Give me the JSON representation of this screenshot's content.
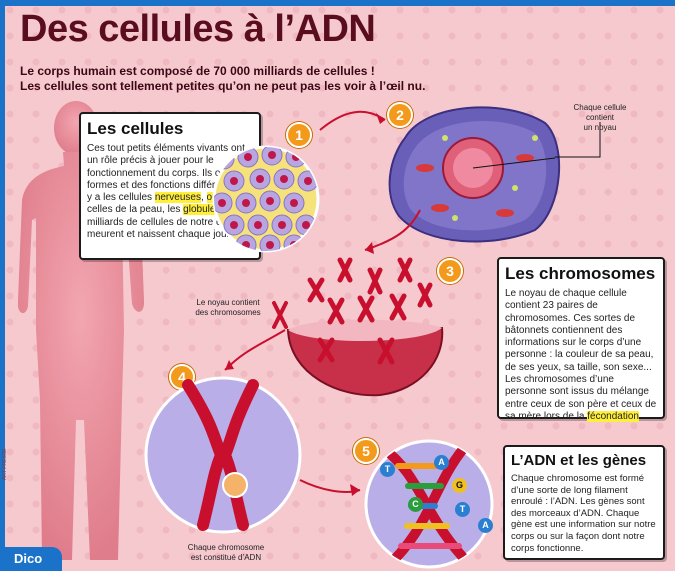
{
  "title": "Des cellules à l’ADN",
  "intro": {
    "line1": "Le corps humain est composé de 70 000 milliards de cellules !",
    "line2": "Les cellules sont tellement petites qu’on ne peut pas les voir à l’œil nu."
  },
  "steps": [
    "1",
    "2",
    "3",
    "4",
    "5"
  ],
  "box_cells": {
    "title": "Les cellules",
    "text_a": "Ces tout petits éléments vivants ont un rôle précis à jouer pour le fonctionnement du corps. Ils ont des formes et des fonctions différentes. Il y a les cellules ",
    "hl1": "nerveuses",
    "text_b": ", ",
    "hl2": "osseuses",
    "text_c": ", celles de la peau, les ",
    "hl3": "globules",
    "text_d": "... Des milliards de cellules de notre corps meurent et naissent chaque jour."
  },
  "box_chromosomes": {
    "title": "Les chromosomes",
    "text_a": "Le noyau de chaque cellule contient 23 paires de chromosomes. Ces sortes de bâtonnets contiennent des informations sur le corps d’une personne : la couleur de sa peau, de ses yeux, sa taille, son sexe... Les chromosomes d’une personne sont issus du mélange entre ceux de son père et ceux de sa mère lors de la ",
    "hl": "fécondation",
    "text_b": "."
  },
  "box_dna": {
    "title": "L’ADN et les gènes",
    "text": "Chaque chromosome est formé d’une sorte de long filament enroulé : l’ADN. Les gènes sont des morceaux d’ADN. Chaque gène est une information sur notre corps ou sur la façon dont notre corps fonctionne."
  },
  "labels": {
    "nucleus_line1": "Chaque cellule",
    "nucleus_line2": "contient",
    "nucleus_line3": "un noyau",
    "chromo_line1": "Le noyau contient",
    "chromo_line2": "des chromosomes",
    "dna_line1": "Chaque chromosome",
    "dna_line2": "est constitué d’ADN"
  },
  "bases": [
    "T",
    "A",
    "G",
    "C",
    "T",
    "A"
  ],
  "footer": {
    "dico": "Dico",
    "credit": "ART PRESSE"
  },
  "colors": {
    "accent": "#1a73c9",
    "highlight": "#ffef3b",
    "step": "#f39a1c",
    "chromosome": "#c8102e"
  }
}
